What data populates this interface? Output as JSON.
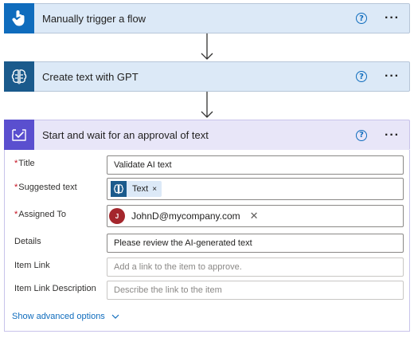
{
  "steps": [
    {
      "title": "Manually trigger a flow",
      "icon": "hand-touch-icon"
    },
    {
      "title": "Create text with GPT",
      "icon": "brain-icon"
    },
    {
      "title": "Start and wait for an approval of text",
      "icon": "approval-check-icon"
    }
  ],
  "help_glyph": "?",
  "more_glyph": "···",
  "form": {
    "title": {
      "label": "Title",
      "required_mark": "*",
      "value": "Validate AI text"
    },
    "suggested_text": {
      "label": "Suggested text",
      "required_mark": "*",
      "token": "Text",
      "token_remove": "×"
    },
    "assigned_to": {
      "label": "Assigned To",
      "required_mark": "*",
      "avatar_initial": "J",
      "value": "JohnD@mycompany.com",
      "remove": "✕"
    },
    "details": {
      "label": "Details",
      "value": "Please review the AI-generated text"
    },
    "item_link": {
      "label": "Item Link",
      "placeholder": "Add a link to the item to approve."
    },
    "item_link_description": {
      "label": "Item Link Description",
      "placeholder": "Describe the link to the item"
    }
  },
  "advanced": {
    "label": "Show advanced options"
  },
  "colors": {
    "trigger_tile": "#0f6cbd",
    "gpt_tile": "#1a5a8c",
    "approval_tile": "#5a4fcf",
    "link": "#0f6cbd",
    "required": "#c50f1f"
  }
}
